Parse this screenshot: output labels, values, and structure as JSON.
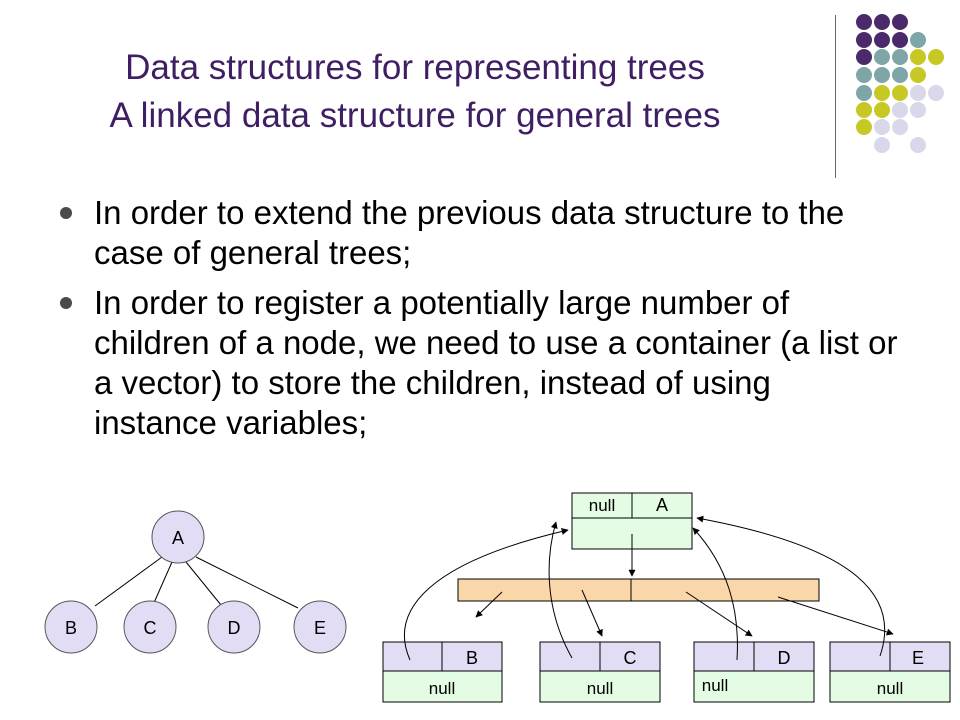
{
  "title": {
    "line1": "Data structures for representing trees",
    "line2": "A linked data structure for general trees"
  },
  "bullets": [
    "In order to extend the previous data structure to the case of general trees;",
    "In order to register a potentially large number of children of a node, we need to use a container (a list or a vector) to store the children, instead of using instance variables;"
  ],
  "tree": {
    "root": "A",
    "children": [
      "B",
      "C",
      "D",
      "E"
    ]
  },
  "linked": {
    "parent": {
      "left": "null",
      "right": "A"
    },
    "children": [
      {
        "label": "B",
        "bottom": "null"
      },
      {
        "label": "C",
        "bottom": "null"
      },
      {
        "label": "D",
        "bottom": "null"
      },
      {
        "label": "E",
        "bottom": "null"
      }
    ]
  },
  "colors": {
    "title": "#3f1f63",
    "purple": "#4b2a6b",
    "teal": "#7fa6a6",
    "yellow": "#c8c825",
    "lavender": "#d8d8ea",
    "node_fill": "#e3dcf5",
    "parent_fill": "#e4fbe4",
    "container_fill": "#fad7a8"
  }
}
